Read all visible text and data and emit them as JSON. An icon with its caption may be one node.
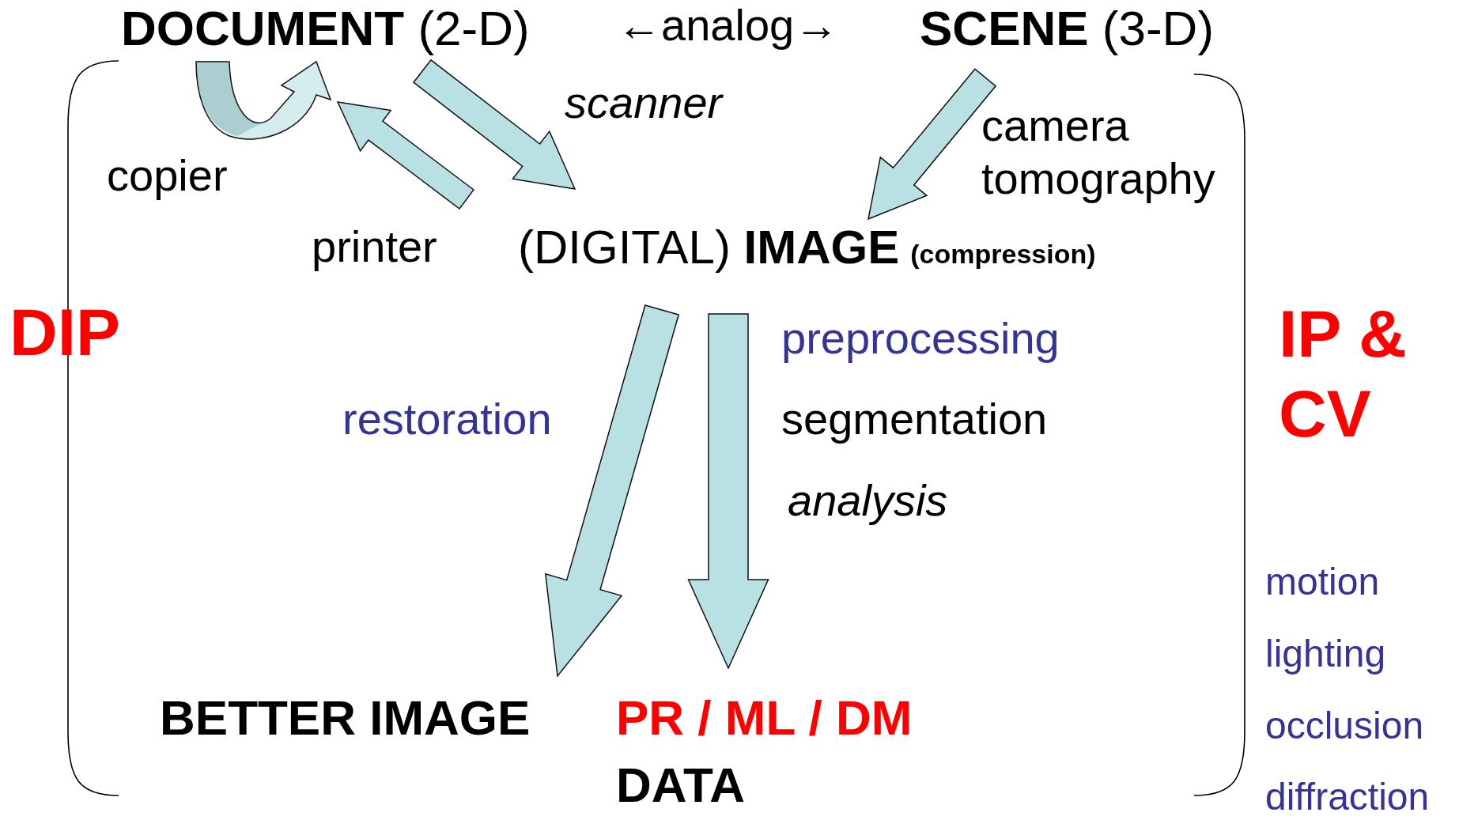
{
  "diagram": {
    "nodes": [
      {
        "text": [
          "**DOCUMENT** (2-D)"
        ]
      },
      {
        "text": [
          "**SCENE** (3-D)"
        ]
      },
      {
        "text": [
          "(DIGITAL) **IMAGE**",
          "(compression)"
        ]
      },
      {
        "text": [
          "BETTER IMAGE"
        ]
      },
      {
        "text": [
          "PR / ML / DM",
          "DATA"
        ]
      }
    ],
    "edges": [
      {
        "from": 0,
        "to": 0,
        "arrow": "to",
        "label": "copier"
      },
      {
        "from": 0,
        "to": 2,
        "arrow": "to",
        "label": "scanner"
      },
      {
        "from": 2,
        "to": 0,
        "arrow": "to",
        "label": "printer"
      },
      {
        "from": 1,
        "to": 2,
        "arrow": "to",
        "label": "camera tomography"
      },
      {
        "from": 2,
        "to": 3,
        "arrow": "to",
        "label": "restoration"
      },
      {
        "from": 2,
        "to": 4,
        "arrow": "to"
      }
    ],
    "labels": [
      "←analog→",
      "DIP",
      "IP & CV",
      "preprocessing",
      "segmentation",
      "analysis",
      "motion",
      "lighting",
      "occlusion",
      "diffraction"
    ]
  }
}
